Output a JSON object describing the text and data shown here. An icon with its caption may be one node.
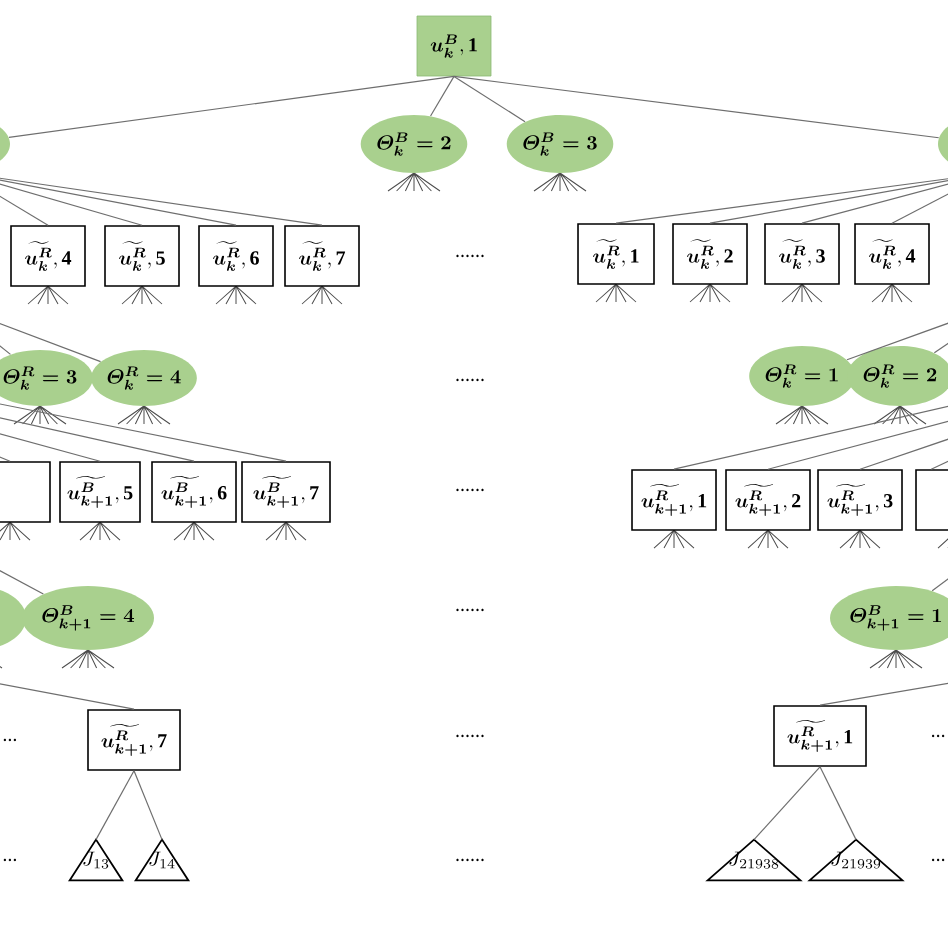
{
  "diagram": {
    "nodes": [
      {
        "text": [
          "\\boldsymbol{u_k^B},\\mathbf{1}"
        ]
      },
      {
        "text": [],
        "shape": "ellipse"
      },
      {
        "text": [
          "\\boldsymbol{\\varTheta_k^B=2}"
        ]
      },
      {
        "text": [
          "\\boldsymbol{\\varTheta_k^B=3}"
        ]
      },
      {
        "text": [],
        "shape": "ellipse"
      },
      {
        "text": [
          "\\widetilde{\\boldsymbol{u_k^R}},\\mathbf{4}"
        ]
      },
      {
        "text": [
          "\\widetilde{\\boldsymbol{u_k^R}},\\mathbf{5}"
        ]
      },
      {
        "text": [
          "\\widetilde{\\boldsymbol{u_k^R}},\\mathbf{6}"
        ]
      },
      {
        "text": [
          "\\widetilde{\\boldsymbol{u_k^R}},\\mathbf{7}"
        ]
      },
      {
        "text": [
          "\\widetilde{\\boldsymbol{u_k^R}},\\mathbf{1}"
        ]
      },
      {
        "text": [
          "\\widetilde{\\boldsymbol{u_k^R}},\\mathbf{2}"
        ]
      },
      {
        "text": [
          "\\widetilde{\\boldsymbol{u_k^R}},\\mathbf{3}"
        ]
      },
      {
        "text": [
          "\\widetilde{\\boldsymbol{u_k^R}},\\mathbf{4}"
        ]
      },
      {
        "text": [
          "\\boldsymbol{\\varTheta_k^R=3}"
        ]
      },
      {
        "text": [
          "\\boldsymbol{\\varTheta_k^R=4}"
        ]
      },
      {
        "text": [
          "\\boldsymbol{\\varTheta_k^R=1}"
        ]
      },
      {
        "text": [
          "\\boldsymbol{\\varTheta_k^R=2}"
        ]
      },
      {
        "text": [],
        "shape": "box"
      },
      {
        "text": [
          "\\widetilde{\\boldsymbol{u_{k+1}^B}},\\mathbf{5}"
        ]
      },
      {
        "text": [
          "\\widetilde{\\boldsymbol{u_{k+1}^B}},\\mathbf{6}"
        ]
      },
      {
        "text": [
          "\\widetilde{\\boldsymbol{u_{k+1}^B}},\\mathbf{7}"
        ]
      },
      {
        "text": [
          "\\widetilde{\\boldsymbol{u_{k+1}^R}},\\mathbf{1}"
        ]
      },
      {
        "text": [
          "\\widetilde{\\boldsymbol{u_{k+1}^R}},\\mathbf{2}"
        ]
      },
      {
        "text": [
          "\\widetilde{\\boldsymbol{u_{k+1}^R}},\\mathbf{3}"
        ]
      },
      {
        "text": [],
        "shape": "box"
      },
      {
        "text": [],
        "shape": "ellipse"
      },
      {
        "text": [
          "\\boldsymbol{\\varTheta_{k+1}^B=4}"
        ]
      },
      {
        "text": [
          "\\boldsymbol{\\varTheta_{k+1}^B=1}"
        ]
      },
      {
        "text": [
          "\\widetilde{\\boldsymbol{u_{k+1}^R}},\\mathbf{7}"
        ]
      },
      {
        "text": [
          "\\widetilde{\\boldsymbol{u_{k+1}^R}},\\mathbf{1}"
        ]
      },
      {
        "text": [
          "J_{13}"
        ]
      },
      {
        "text": [
          "J_{14}"
        ]
      },
      {
        "text": [
          "J_{21938}"
        ]
      },
      {
        "text": [
          "J_{21939}"
        ]
      }
    ],
    "edges": [
      {
        "from": 0,
        "to": 1,
        "arrow": "none"
      },
      {
        "from": 0,
        "to": 2,
        "arrow": "none"
      },
      {
        "from": 0,
        "to": 3,
        "arrow": "none"
      },
      {
        "from": 0,
        "to": 4,
        "arrow": "none"
      },
      {
        "from": 1,
        "to": 5,
        "arrow": "none"
      },
      {
        "from": 1,
        "to": 6,
        "arrow": "none"
      },
      {
        "from": 1,
        "to": 7,
        "arrow": "none"
      },
      {
        "from": 1,
        "to": 8,
        "arrow": "none"
      },
      {
        "from": 4,
        "to": 9,
        "arrow": "none"
      },
      {
        "from": 4,
        "to": 10,
        "arrow": "none"
      },
      {
        "from": 4,
        "to": 11,
        "arrow": "none"
      },
      {
        "from": 4,
        "to": 12,
        "arrow": "none"
      },
      {
        "from": null,
        "to": 13,
        "arrow": "none"
      },
      {
        "from": null,
        "to": 14,
        "arrow": "none"
      },
      {
        "from": null,
        "to": 15,
        "arrow": "none"
      },
      {
        "from": null,
        "to": 16,
        "arrow": "none"
      },
      {
        "from": null,
        "to": 17,
        "arrow": "none"
      },
      {
        "from": null,
        "to": 18,
        "arrow": "none"
      },
      {
        "from": null,
        "to": 19,
        "arrow": "none"
      },
      {
        "from": null,
        "to": 20,
        "arrow": "none"
      },
      {
        "from": null,
        "to": 21,
        "arrow": "none"
      },
      {
        "from": null,
        "to": 22,
        "arrow": "none"
      },
      {
        "from": null,
        "to": 23,
        "arrow": "none"
      },
      {
        "from": null,
        "to": 24,
        "arrow": "none"
      },
      {
        "from": null,
        "to": 26,
        "arrow": "none"
      },
      {
        "from": null,
        "to": 27,
        "arrow": "none"
      },
      {
        "from": null,
        "to": 28,
        "arrow": "none"
      },
      {
        "from": null,
        "to": 29,
        "arrow": "none"
      },
      {
        "from": 28,
        "to": 30,
        "arrow": "none"
      },
      {
        "from": 28,
        "to": 31,
        "arrow": "none"
      },
      {
        "from": 29,
        "to": 32,
        "arrow": "none"
      },
      {
        "from": 29,
        "to": 33,
        "arrow": "none"
      }
    ],
    "labels": [
      "......",
      "......",
      "......",
      "......",
      "...",
      "......",
      "...",
      "...",
      "......",
      "..."
    ]
  }
}
